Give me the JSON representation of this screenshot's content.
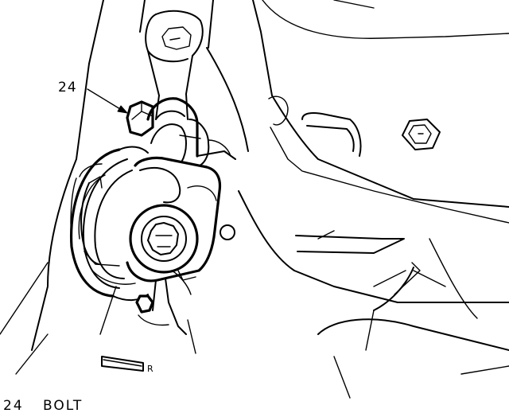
{
  "callout": {
    "number": "24"
  },
  "legend": {
    "number": "24",
    "name": "BOLT"
  },
  "stamp_marking": "R"
}
